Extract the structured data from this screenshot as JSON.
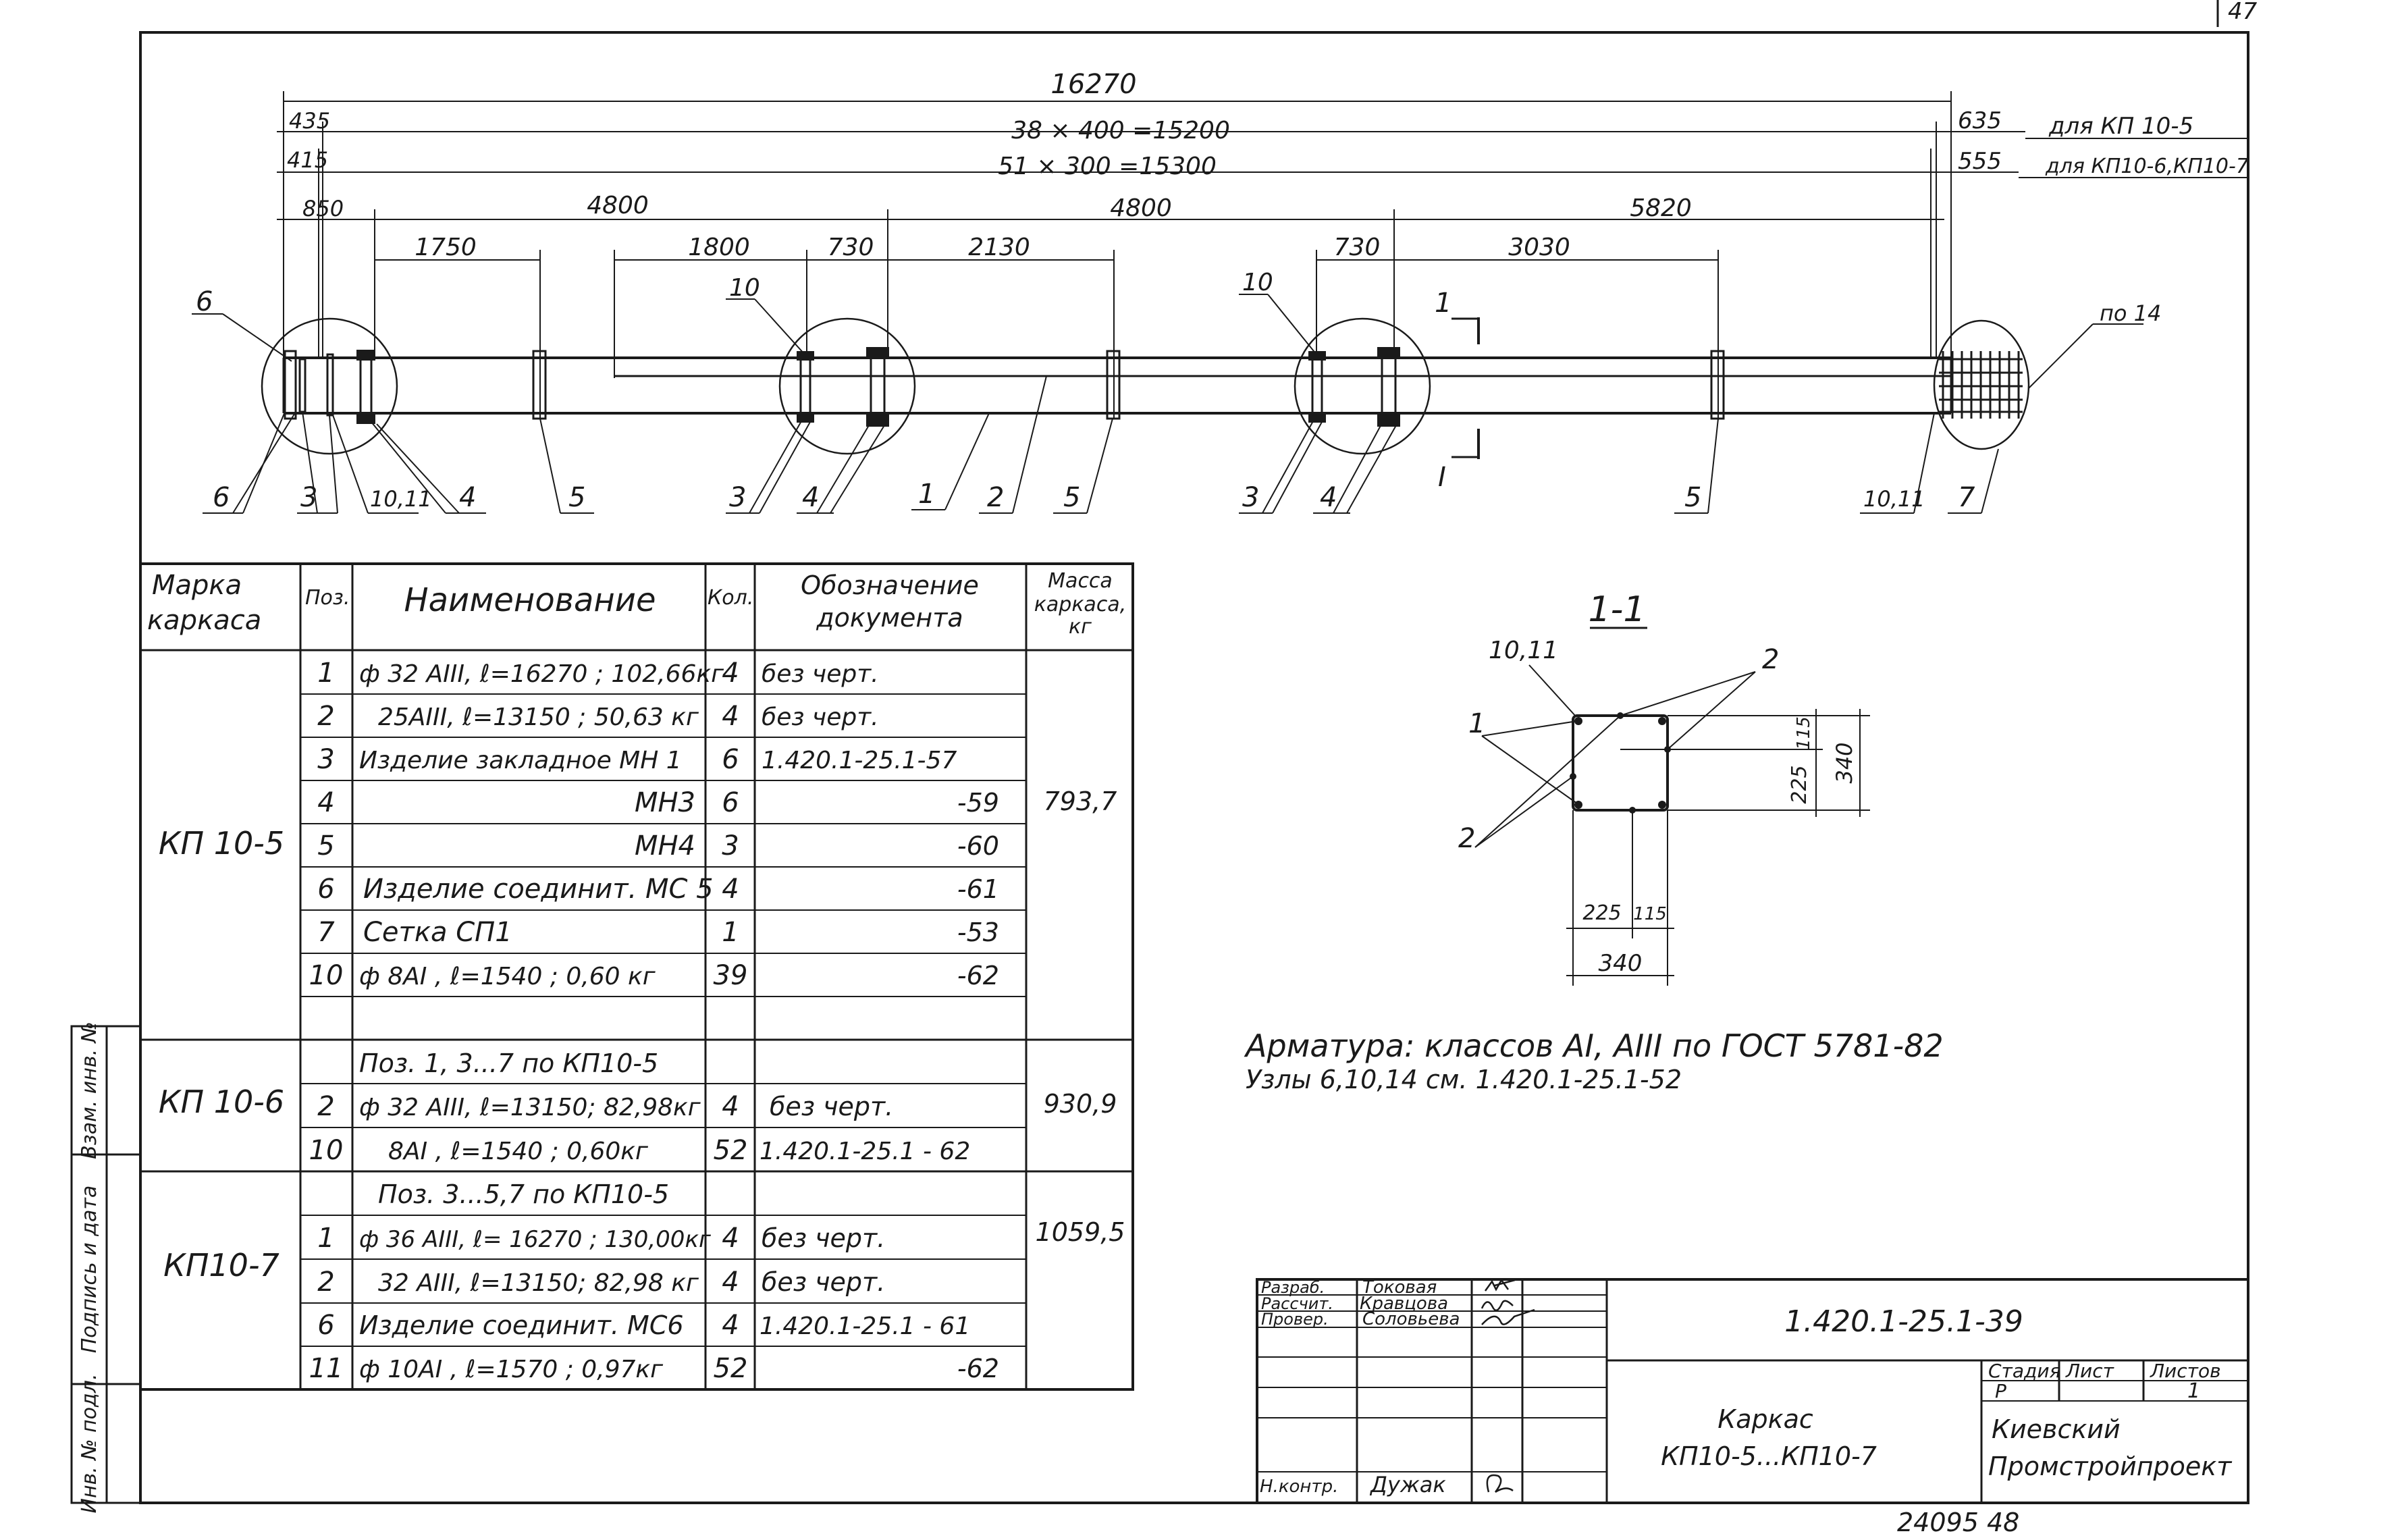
{
  "drawing": {
    "total_length": "16270",
    "row1": {
      "left": "435",
      "mid": "38 × 400 =15200",
      "right": "635",
      "note": "для КП 10-5"
    },
    "row2": {
      "left": "415",
      "mid": "51 × 300 =15300",
      "right": "555",
      "note": "для КП10-6,КП10-7"
    },
    "row3": {
      "a": "850",
      "b": "4800",
      "c": "4800",
      "d": "5820"
    },
    "row4": {
      "a": "1750",
      "b": "1800",
      "c": "730",
      "d": "2130",
      "e": "730",
      "f": "3030"
    },
    "section_mark": "1",
    "section_mark_lower": "I",
    "node_label": "по 14",
    "callouts": {
      "c6top": "6",
      "c10a": "10",
      "c10b": "10",
      "b6": "6",
      "b3a": "3",
      "b1011a": "10,11",
      "b4a": "4",
      "b5a": "5",
      "b3b": "3",
      "b4b": "4",
      "b1": "1",
      "b2": "2",
      "b5b": "5",
      "b3c": "3",
      "b4c": "4",
      "b5c": "5",
      "b1011b": "10,11",
      "b7": "7"
    }
  },
  "spec_table": {
    "headers": {
      "mark": [
        "Марка",
        "каркаса"
      ],
      "pos": "Поз.",
      "name": "Наименование",
      "qty": "Кол.",
      "doc": [
        "Обозначение",
        "документа"
      ],
      "mass": [
        "Масса",
        "каркаса,",
        "кг"
      ]
    },
    "rows": [
      {
        "pos": "1",
        "name": "ф 32 АIII, ℓ=16270 ; 102,66кг",
        "qty": "4",
        "doc": "без черт."
      },
      {
        "pos": "2",
        "name": "25АIII, ℓ=13150 ; 50,63 кг",
        "qty": "4",
        "doc": "без черт."
      },
      {
        "pos": "3",
        "name": "Изделие закладное МН 1",
        "qty": "6",
        "doc": "1.420.1-25.1-57"
      },
      {
        "pos": "4",
        "name": "МН3",
        "qty": "6",
        "doc": "-59"
      },
      {
        "pos": "5",
        "name": "МН4",
        "qty": "3",
        "doc": "-60"
      },
      {
        "pos": "6",
        "name": "Изделие соединит. МС 5",
        "qty": "4",
        "doc": "-61"
      },
      {
        "pos": "7",
        "name": "Сетка СП1",
        "qty": "1",
        "doc": "-53"
      },
      {
        "pos": "10",
        "name": "ф 8АI , ℓ=1540 ; 0,60 кг",
        "qty": "39",
        "doc": "-62"
      },
      {
        "pos": "",
        "name": "",
        "qty": "",
        "doc": ""
      },
      {
        "pos": "",
        "name": "Поз. 1, 3...7 по КП10-5",
        "qty": "",
        "doc": ""
      },
      {
        "pos": "2",
        "name": "ф 32 АIII, ℓ=13150; 82,98кг",
        "qty": "4",
        "doc": "без черт."
      },
      {
        "pos": "10",
        "name": "8АI , ℓ=1540 ; 0,60кг",
        "qty": "52",
        "doc": "1.420.1-25.1 - 62"
      },
      {
        "pos": "",
        "name": "Поз. 3...5,7 по КП10-5",
        "qty": "",
        "doc": ""
      },
      {
        "pos": "1",
        "name": "ф 36 АIII, ℓ= 16270 ; 130,00кг",
        "qty": "4",
        "doc": "без черт."
      },
      {
        "pos": "2",
        "name": "32 АIII, ℓ=13150; 82,98 кг",
        "qty": "4",
        "doc": "без черт."
      },
      {
        "pos": "6",
        "name": "Изделие соединит. МС6",
        "qty": "4",
        "doc": "1.420.1-25.1 - 61"
      },
      {
        "pos": "11",
        "name": "ф 10АI , ℓ=1570 ; 0,97кг",
        "qty": "52",
        "doc": "-62"
      }
    ],
    "groups": [
      {
        "mark": "КП 10-5",
        "mass": "793,7"
      },
      {
        "mark": "КП 10-6",
        "mass": "930,9"
      },
      {
        "mark": "КП10-7",
        "mass": "1059,5"
      }
    ]
  },
  "section": {
    "title": "1-1",
    "labels": {
      "l1011": "10,11",
      "l2top": "2",
      "l1": "1",
      "l2bot": "2"
    },
    "dims": {
      "v225": "225",
      "v115": "115",
      "v340": "340",
      "h225": "225",
      "h115": "115",
      "h340": "340"
    }
  },
  "notes": [
    "Арматура: классов АI, АIII по ГОСТ 5781-82",
    "Узлы 6,10,14 см. 1.420.1-25.1-52"
  ],
  "side_stamp": [
    "Инв. № подл.",
    "Подпись и дата",
    "Взам. инв. №"
  ],
  "title_block": {
    "roles": [
      "Разраб.",
      "Рассчит.",
      "Провер.",
      "",
      "",
      "",
      "Н.контр."
    ],
    "names": [
      "Токовая",
      "Кравцова",
      "Соловьева",
      "",
      "",
      "",
      "Дужак"
    ],
    "doc_number": "1.420.1-25.1-39",
    "title": [
      "Каркас",
      "КП10-5...КП10-7"
    ],
    "stage_header": "Стадия",
    "sheet_header": "Лист",
    "sheets_header": "Листов",
    "stage": "Р",
    "sheets": "1",
    "org": [
      "Киевский",
      "Промстройпроект"
    ]
  },
  "corner_mark": "47",
  "archive_number": "24095 48"
}
